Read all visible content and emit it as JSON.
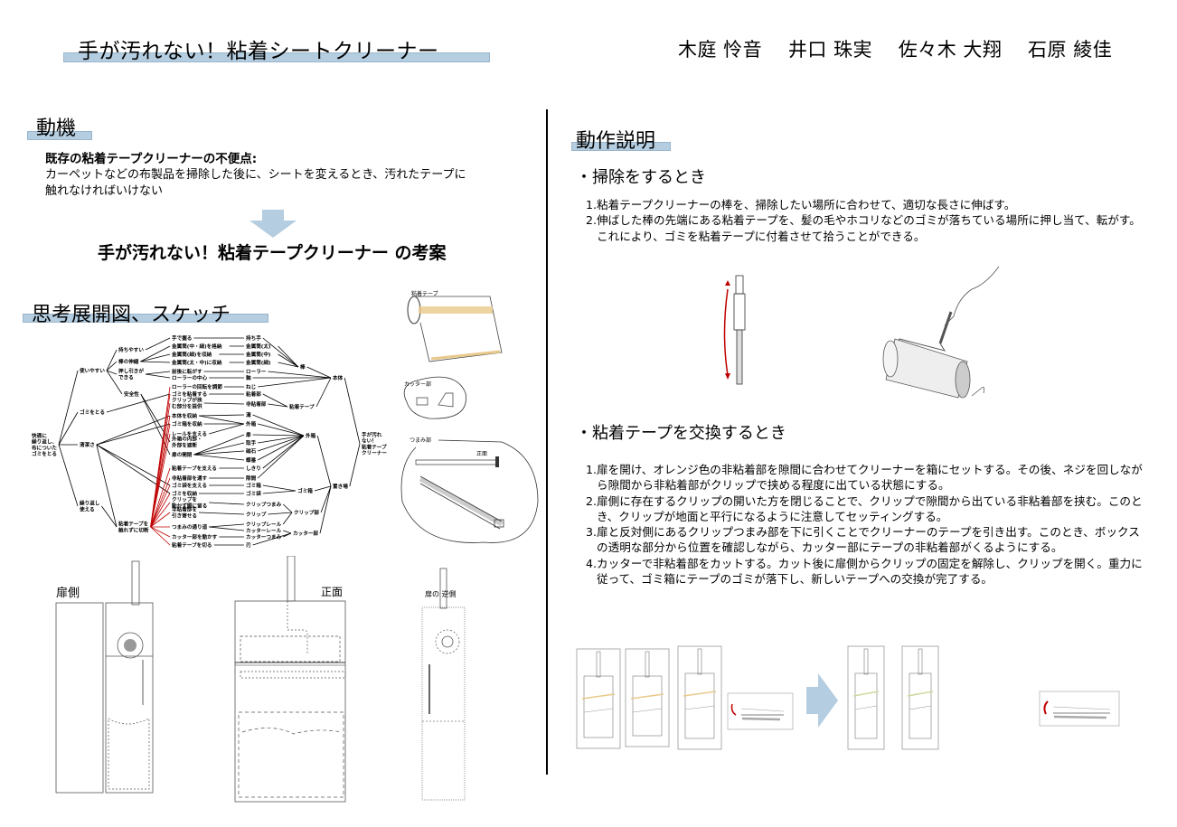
{
  "header": {
    "title": "手が汚れない！粘着シートクリーナー",
    "authors": "木庭 怜音　 井口 珠実　 佐々木 大翔　 石原 綾佳"
  },
  "motivation": {
    "heading": "動機",
    "problem_label": "既存の粘着テープクリーナーの不便点:",
    "problem_line1": "カーペットなどの布製品を掃除した後に、シートを変えるとき、汚れたテープに",
    "problem_line2": "触れなければいけない",
    "arrow_icon": "down-arrow-icon",
    "proposal": "手が汚れない！粘着テープクリーナー の考案"
  },
  "ideation": {
    "heading": "思考展開図、スケッチ",
    "mind_map": {
      "nodes": [
        {
          "id": "r",
          "label": "快適に\n繰り返し、\n布についた\nゴミをとる"
        },
        {
          "id": "a1",
          "label": "使いやすい"
        },
        {
          "id": "a2",
          "label": "ゴミをとる"
        },
        {
          "id": "a3",
          "label": "清潔さ"
        },
        {
          "id": "a4",
          "label": "繰り返し\n使える"
        },
        {
          "id": "b1",
          "label": "持ちやすい"
        },
        {
          "id": "b2",
          "label": "棒の伸縮"
        },
        {
          "id": "b3",
          "label": "押し引きが\nできる"
        },
        {
          "id": "b4",
          "label": "安全性"
        },
        {
          "id": "b5",
          "label": "粘着テープを\n触れずに切断"
        },
        {
          "id": "c1",
          "label": "手で握る"
        },
        {
          "id": "c2",
          "label": "金属筒(中・細)を格納"
        },
        {
          "id": "c3",
          "label": "金属筒(細)を収納"
        },
        {
          "id": "c4",
          "label": "金属筒(太・中)に収納"
        },
        {
          "id": "c5",
          "label": "前後に転がす"
        },
        {
          "id": "c6",
          "label": "ローラーの中心"
        },
        {
          "id": "c7",
          "label": "ローラーの回転を調節"
        },
        {
          "id": "c8",
          "label": "ゴミを粘着する"
        },
        {
          "id": "c9",
          "label": "クリップが挟\nむ部分を提供"
        },
        {
          "id": "c10",
          "label": "本体を収納"
        },
        {
          "id": "c11",
          "label": "ゴミ箱を収納"
        },
        {
          "id": "c12",
          "label": "レールを支える"
        },
        {
          "id": "c13",
          "label": "外箱の内部・\n外部を遮断"
        },
        {
          "id": "c14",
          "label": "扉の開閉"
        },
        {
          "id": "c15",
          "label": "粘着テープを支える"
        },
        {
          "id": "c16",
          "label": "非粘着部を通す"
        },
        {
          "id": "c17",
          "label": "ゴミ袋を支える"
        },
        {
          "id": "c18",
          "label": "ゴミを収納"
        },
        {
          "id": "c19",
          "label": "クリップを\n動かず胴に留る"
        },
        {
          "id": "c20",
          "label": "非粘着部を\n引き寄せる"
        },
        {
          "id": "c21",
          "label": "つまみの通り道"
        },
        {
          "id": "c22",
          "label": "カッター部を動かす"
        },
        {
          "id": "c23",
          "label": "粘着テープを切る"
        },
        {
          "id": "d1",
          "label": "持ち手"
        },
        {
          "id": "d2",
          "label": "金属筒(太)"
        },
        {
          "id": "d3",
          "label": "金属筒(中)"
        },
        {
          "id": "d4",
          "label": "金属筒(細)"
        },
        {
          "id": "d5",
          "label": "ローラー"
        },
        {
          "id": "d6",
          "label": "軸"
        },
        {
          "id": "d7",
          "label": "ねじ"
        },
        {
          "id": "d8",
          "label": "粘着部"
        },
        {
          "id": "d9",
          "label": "非粘着部"
        },
        {
          "id": "d10",
          "label": "溝"
        },
        {
          "id": "d11",
          "label": "外箱"
        },
        {
          "id": "d12",
          "label": "扉"
        },
        {
          "id": "d13",
          "label": "取手"
        },
        {
          "id": "d14",
          "label": "磁石"
        },
        {
          "id": "d15",
          "label": "蝶番"
        },
        {
          "id": "d16",
          "label": "しきり"
        },
        {
          "id": "d17",
          "label": "隙間"
        },
        {
          "id": "d18",
          "label": "ゴミ箱"
        },
        {
          "id": "d19",
          "label": "ゴミ袋"
        },
        {
          "id": "d20",
          "label": "クリップつまみ"
        },
        {
          "id": "d21",
          "label": "クリップ"
        },
        {
          "id": "d22",
          "label": "クリップレール"
        },
        {
          "id": "d23",
          "label": "カッターレール"
        },
        {
          "id": "d24",
          "label": "カッターつまみ"
        },
        {
          "id": "d25",
          "label": "刃"
        },
        {
          "id": "e1",
          "label": "棒"
        },
        {
          "id": "e2",
          "label": "粘着テープ"
        },
        {
          "id": "e3",
          "label": "外箱"
        },
        {
          "id": "e4",
          "label": "ゴミ箱"
        },
        {
          "id": "e5",
          "label": "クリップ部"
        },
        {
          "id": "e6",
          "label": "カッター部"
        },
        {
          "id": "f1",
          "label": "本体"
        },
        {
          "id": "f2",
          "label": "置き場"
        },
        {
          "id": "g",
          "label": "手が汚れ\nない！\n粘着テープ\nクリーナー"
        }
      ],
      "edges": [
        [
          "r",
          "a1"
        ],
        [
          "r",
          "a2"
        ],
        [
          "r",
          "a3"
        ],
        [
          "r",
          "a4"
        ],
        [
          "a1",
          "b1"
        ],
        [
          "a1",
          "b2"
        ],
        [
          "a1",
          "b3"
        ],
        [
          "a1",
          "b4"
        ],
        [
          "a4",
          "b5"
        ],
        [
          "a3",
          "b5"
        ],
        [
          "b1",
          "c1"
        ],
        [
          "b2",
          "c2"
        ],
        [
          "b2",
          "c3"
        ],
        [
          "b2",
          "c4"
        ],
        [
          "b3",
          "c5"
        ],
        [
          "b3",
          "c6"
        ],
        [
          "b4",
          "c14"
        ],
        [
          "a2",
          "c8"
        ],
        [
          "a3",
          "c10"
        ],
        [
          "a3",
          "c11"
        ],
        [
          "a3",
          "c17"
        ],
        [
          "a3",
          "c18"
        ],
        [
          "b4",
          "c13"
        ],
        [
          "c1",
          "d1"
        ],
        [
          "c2",
          "d2"
        ],
        [
          "c3",
          "d3"
        ],
        [
          "c4",
          "d4"
        ],
        [
          "c5",
          "d5"
        ],
        [
          "c6",
          "d6"
        ],
        [
          "c7",
          "d7"
        ],
        [
          "c8",
          "d8"
        ],
        [
          "c9",
          "d9"
        ],
        [
          "c10",
          "d10"
        ],
        [
          "c10",
          "d11"
        ],
        [
          "c11",
          "d11"
        ],
        [
          "c12",
          "d11"
        ],
        [
          "c14",
          "d12"
        ],
        [
          "c14",
          "d13"
        ],
        [
          "c14",
          "d14"
        ],
        [
          "c14",
          "d15"
        ],
        [
          "c15",
          "d16"
        ],
        [
          "c16",
          "d17"
        ],
        [
          "c17",
          "d18"
        ],
        [
          "c18",
          "d19"
        ],
        [
          "c19",
          "d20"
        ],
        [
          "c20",
          "d21"
        ],
        [
          "c21",
          "d22"
        ],
        [
          "c21",
          "d23"
        ],
        [
          "c22",
          "d24"
        ],
        [
          "c23",
          "d25"
        ],
        [
          "d1",
          "e1"
        ],
        [
          "d2",
          "e1"
        ],
        [
          "d3",
          "e1"
        ],
        [
          "d4",
          "e1"
        ],
        [
          "d8",
          "e2"
        ],
        [
          "d9",
          "e2"
        ],
        [
          "d10",
          "e3"
        ],
        [
          "d11",
          "e3"
        ],
        [
          "d12",
          "e3"
        ],
        [
          "d13",
          "e3"
        ],
        [
          "d14",
          "e3"
        ],
        [
          "d15",
          "e3"
        ],
        [
          "d16",
          "e3"
        ],
        [
          "d17",
          "e3"
        ],
        [
          "d18",
          "e4"
        ],
        [
          "d19",
          "e4"
        ],
        [
          "d20",
          "e5"
        ],
        [
          "d21",
          "e5"
        ],
        [
          "d22",
          "e5"
        ],
        [
          "d23",
          "e6"
        ],
        [
          "d24",
          "e6"
        ],
        [
          "d25",
          "e6"
        ],
        [
          "e1",
          "f1"
        ],
        [
          "d5",
          "f1"
        ],
        [
          "d6",
          "f1"
        ],
        [
          "d7",
          "f1"
        ],
        [
          "e2",
          "f1"
        ],
        [
          "e3",
          "f2"
        ],
        [
          "e4",
          "f2"
        ],
        [
          "e5",
          "f2"
        ],
        [
          "e6",
          "f2"
        ],
        [
          "f1",
          "g"
        ],
        [
          "f2",
          "g"
        ]
      ],
      "red_edges": [
        [
          "b5",
          "c7"
        ],
        [
          "b5",
          "c8"
        ],
        [
          "b5",
          "c9"
        ],
        [
          "b5",
          "c10"
        ],
        [
          "b5",
          "c11"
        ],
        [
          "b5",
          "c12"
        ],
        [
          "b5",
          "c15"
        ],
        [
          "b5",
          "c16"
        ],
        [
          "b5",
          "c17"
        ],
        [
          "b5",
          "c18"
        ],
        [
          "b5",
          "c19"
        ],
        [
          "b5",
          "c20"
        ],
        [
          "b5",
          "c21"
        ],
        [
          "b5",
          "c22"
        ],
        [
          "b5",
          "c23"
        ]
      ],
      "line_color": "#000000",
      "red_color": "#c00000"
    },
    "sketches": {
      "tape_label": "粘着テープ",
      "cutter_label": "カッター部",
      "clip_label": "つまみ部",
      "front_small": "正面",
      "side_door": "扉側",
      "front": "正面",
      "side_opposite": "扉の\n逆側"
    }
  },
  "operation": {
    "heading": "動作説明",
    "cleaning": {
      "heading": "・掃除をするとき",
      "steps": [
        {
          "num": "1.",
          "text": "粘着テープクリーナーの棒を、掃除したい場所に合わせて、適切な長さに伸ばす。"
        },
        {
          "num": "2.",
          "text": "伸ばした棒の先端にある粘着テープを、髪の毛やホコリなどのゴミが落ちている場所に押し当て、転がす。これにより、ゴミを粘着テープに付着させて拾うことができる。"
        }
      ]
    },
    "exchange": {
      "heading": "・粘着テープを交換するとき",
      "steps": [
        {
          "num": "1.",
          "text": "扉を開け、オレンジ色の非粘着部を隙間に合わせてクリーナーを箱にセットする。その後、ネジを回しながら隙間から非粘着部がクリップで挟める程度に出ている状態にする。"
        },
        {
          "num": "2.",
          "text": "扉側に存在するクリップの開いた方を閉じることで、クリップで隙間から出ている非粘着部を挟む。このとき、クリップが地面と平行になるように注意してセッティングする。"
        },
        {
          "num": "3.",
          "text": "扉と反対側にあるクリップつまみ部を下に引くことでクリーナーのテープを引き出す。このとき、ボックスの透明な部分から位置を確認しながら、カッター部にテープの非粘着部がくるようにする。"
        },
        {
          "num": "4.",
          "text": "カッターで非粘着部をカットする。カット後に扉側からクリップの固定を解除し、クリップを開く。重力に従って、ゴミ箱にテープのゴミが落下し、新しいテープへの交換が完了する。"
        }
      ]
    }
  },
  "colors": {
    "accent_bar": "#b4cde0",
    "arrow": "#b4cde0",
    "tape_orange": "#e8c98a",
    "red": "#c00000"
  }
}
